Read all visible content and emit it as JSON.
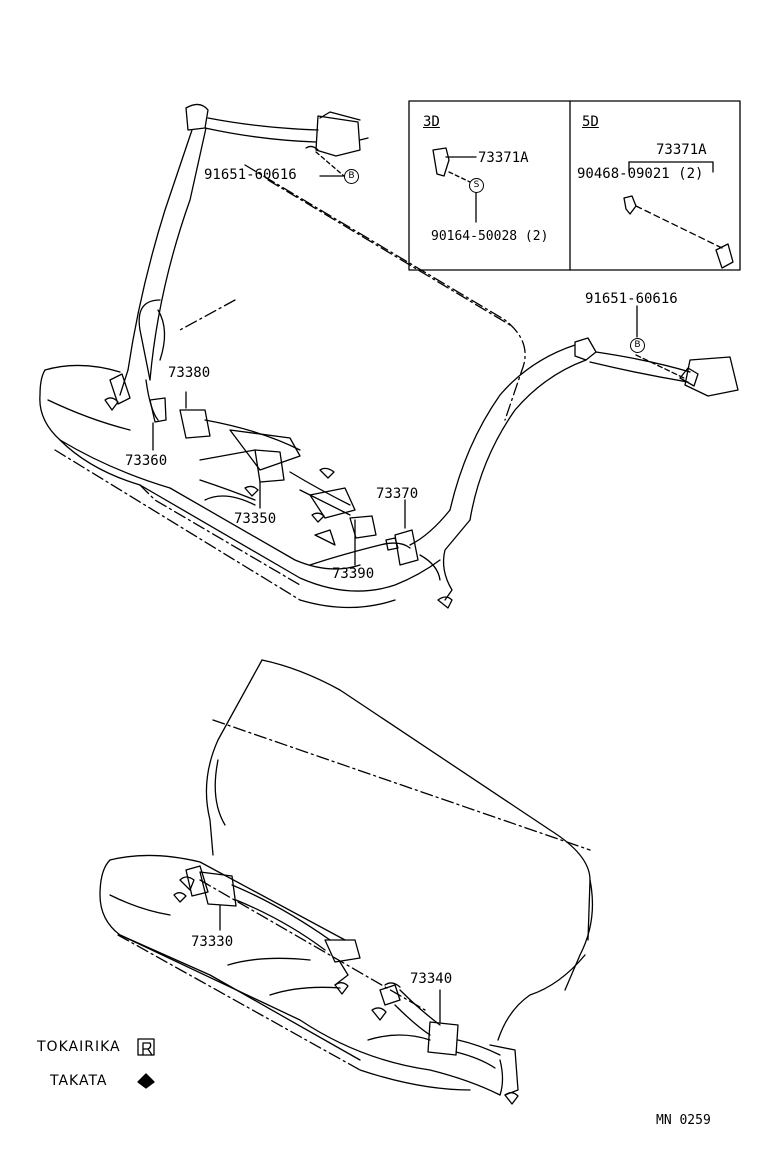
{
  "variants": {
    "left": {
      "label": "3D",
      "part": "73371A",
      "screw": "90164-50028 (2)",
      "symbol": "S"
    },
    "right": {
      "label": "5D",
      "part": "73371A",
      "screw": "90468-09021 (2)"
    }
  },
  "parts": {
    "bolt_top": "91651-60616",
    "bolt_right": "91651-60616",
    "bolt_symbol": "B",
    "p73380": "73380",
    "p73360": "73360",
    "p73350": "73350",
    "p73390": "73390",
    "p73370": "73370",
    "p73330": "73330",
    "p73340": "73340"
  },
  "brands": {
    "tokai": "TOKAIRIKA",
    "tokai_mark": "R",
    "takata": "TAKATA"
  },
  "figure_code": "MN  0259"
}
